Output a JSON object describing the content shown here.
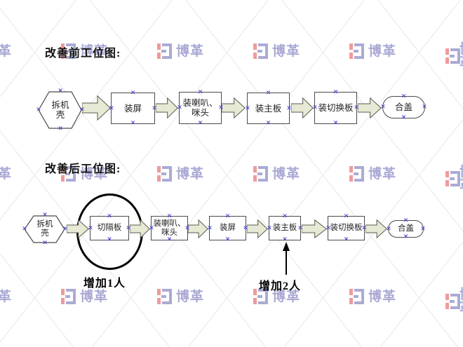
{
  "titles": {
    "before": "改善前工位图:",
    "after": "改善后工位图:"
  },
  "flow_before": {
    "nodes": [
      {
        "shape": "hexagon",
        "label": "拆机壳"
      },
      {
        "shape": "process",
        "label": "装屏"
      },
      {
        "shape": "process",
        "label": "装喇叭、咪头"
      },
      {
        "shape": "process",
        "label": "装主板"
      },
      {
        "shape": "process",
        "label": "装切换板"
      },
      {
        "shape": "terminator",
        "label": "合盖"
      }
    ]
  },
  "flow_after": {
    "nodes": [
      {
        "shape": "hexagon",
        "label": "拆机壳"
      },
      {
        "shape": "process",
        "label": "切隔板",
        "highlighted": true
      },
      {
        "shape": "process",
        "label": "装喇叭、咪头"
      },
      {
        "shape": "process",
        "label": "装屏"
      },
      {
        "shape": "process",
        "label": "装主板",
        "annotated": true
      },
      {
        "shape": "process",
        "label": "装切换板"
      },
      {
        "shape": "terminator",
        "label": "合盖"
      }
    ]
  },
  "annotations": {
    "add_one": "增加1人",
    "add_two": "增加2人"
  },
  "watermark": {
    "text": "博革"
  },
  "colors": {
    "arrow_fill": "#e6e9d3",
    "arrow_stroke": "#5a5a52",
    "shape_border": "#4a4a4a",
    "connector_marker": "#4646cc",
    "highlight_ellipse": "#000000",
    "lattice_line": "#ececec",
    "watermark_red": "#f09a9a",
    "watermark_purple": "#a9a9d4"
  }
}
